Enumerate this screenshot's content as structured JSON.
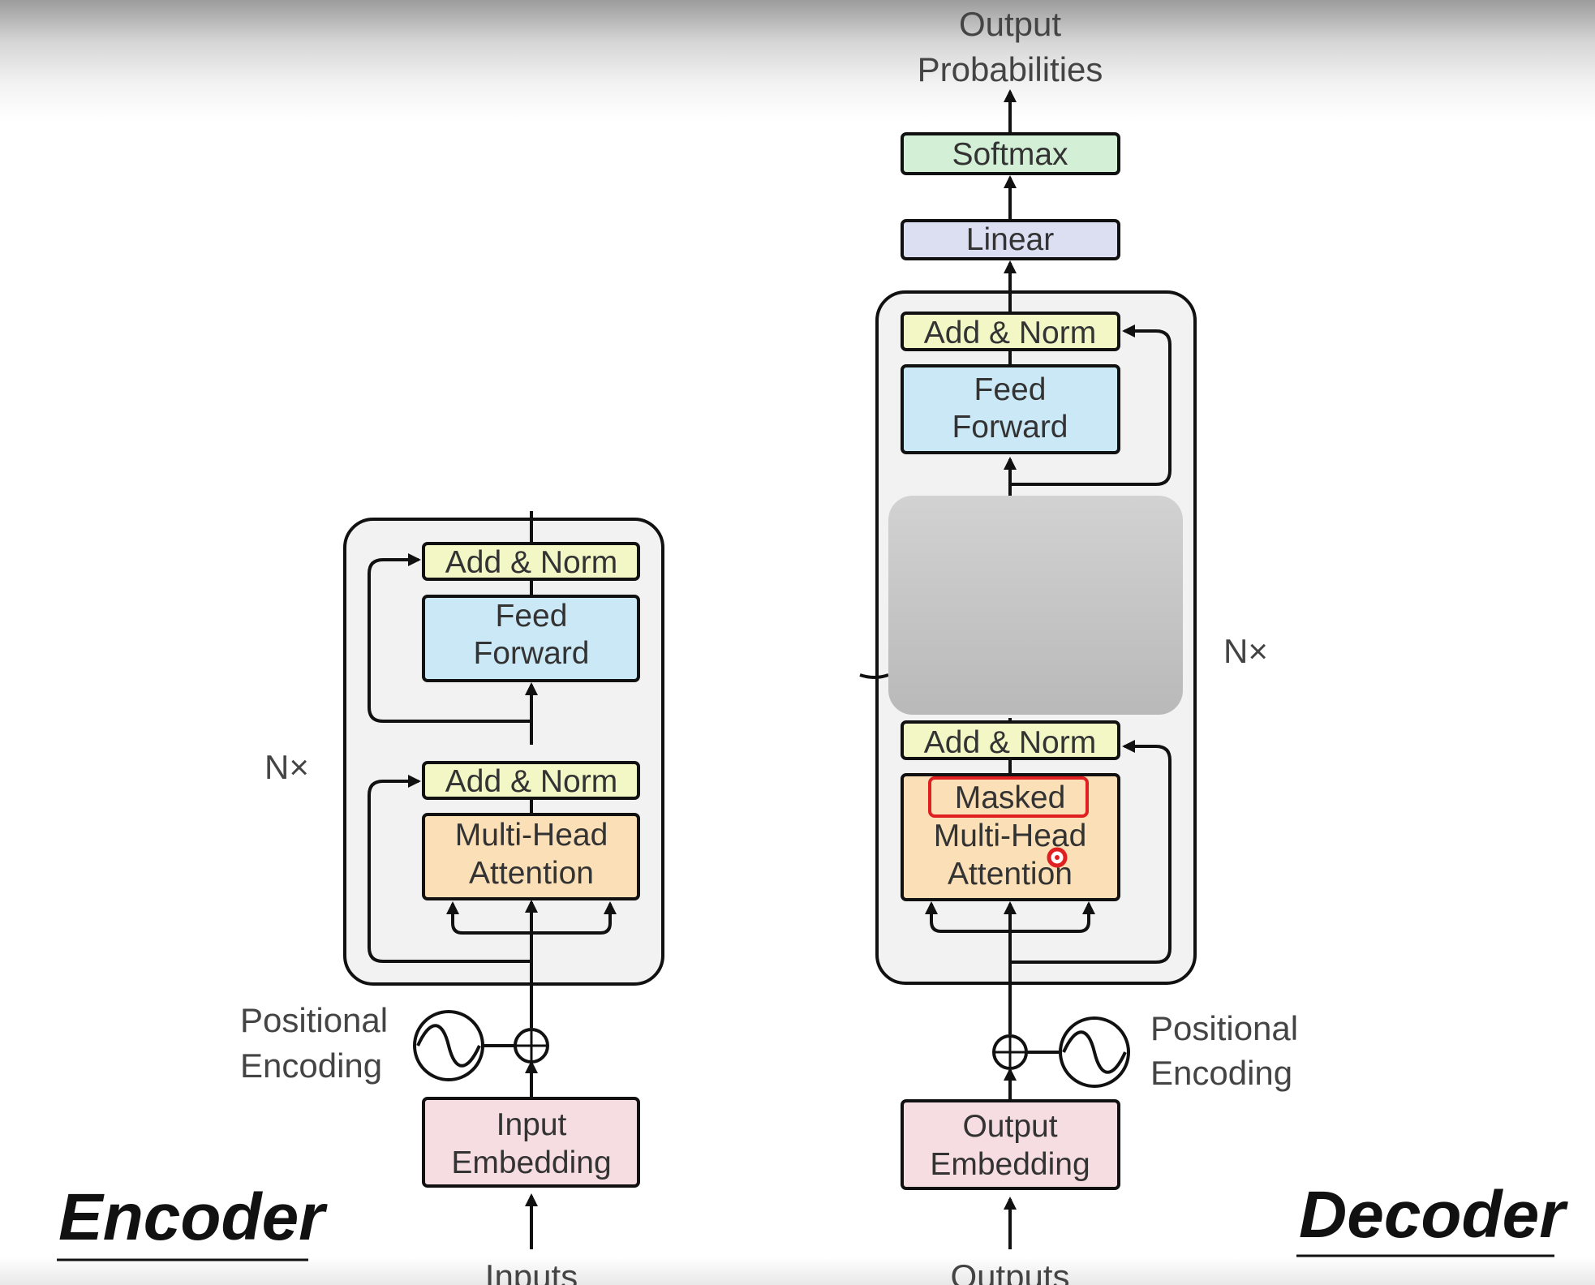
{
  "encoder": {
    "title": "Encoder",
    "add_norm_top": "Add & Norm",
    "feed_forward": [
      "Feed",
      "Forward"
    ],
    "add_norm_bottom": "Add & Norm",
    "attention": [
      "Multi-Head",
      "Attention"
    ],
    "repeat_label": "N×",
    "positional_encoding": [
      "Positional",
      "Encoding"
    ],
    "embedding": [
      "Input",
      "Embedding"
    ],
    "input_label": "Inputs"
  },
  "decoder": {
    "title": "Decoder",
    "output_probabilities": [
      "Output",
      "Probabilities"
    ],
    "softmax": "Softmax",
    "linear": "Linear",
    "add_norm_top": "Add & Norm",
    "feed_forward": [
      "Feed",
      "Forward"
    ],
    "add_norm_bottom": "Add & Norm",
    "masked_label": "Masked",
    "attention": [
      "Multi-Head",
      "Attention"
    ],
    "repeat_label": "N×",
    "positional_encoding": [
      "Positional",
      "Encoding"
    ],
    "embedding": [
      "Output",
      "Embedding"
    ],
    "output_label": "Outputs"
  },
  "colors": {
    "add_norm": "#f3f7c6",
    "feed_forward": "#cbe8f6",
    "attention": "#fbdfb6",
    "embedding": "#f6dde1",
    "softmax": "#d3efd6",
    "linear": "#dcdff2",
    "layer_background": "#f2f2f2",
    "highlight": "#e02020",
    "occluder": "#c4c4c4"
  }
}
